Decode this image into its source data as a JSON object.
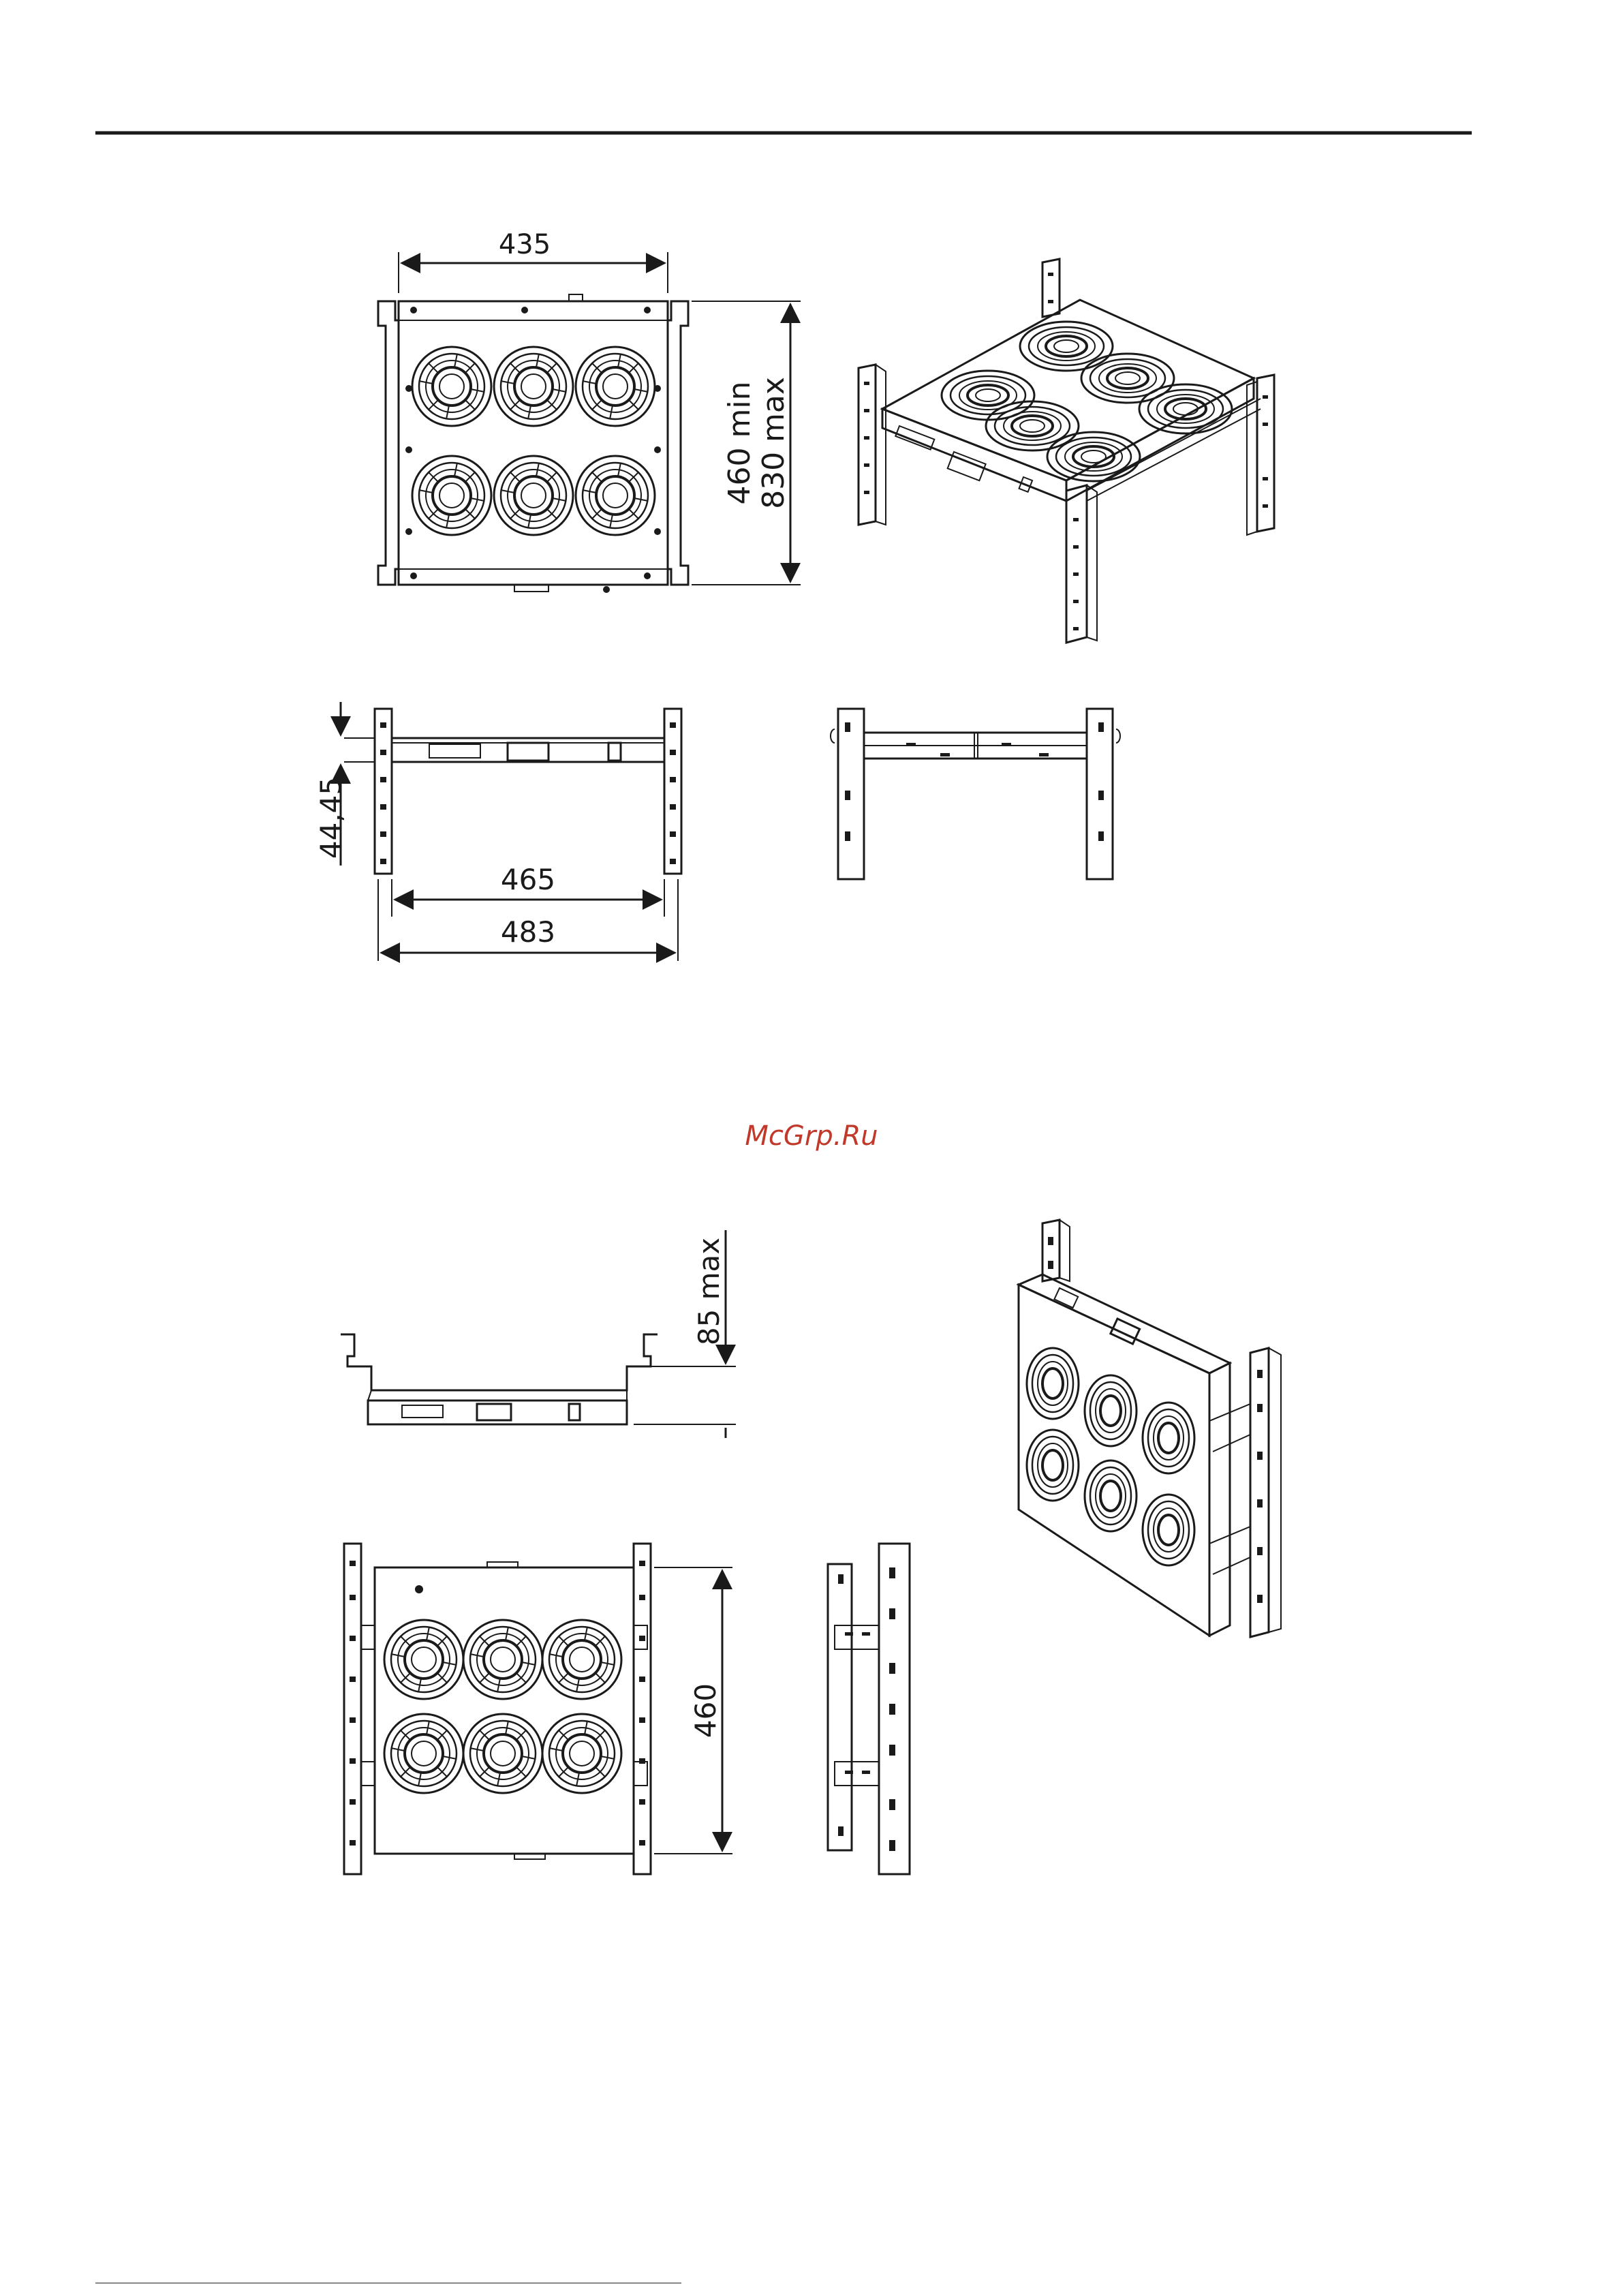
{
  "page": {
    "watermark": "McGrp.Ru",
    "accent_color": "#c0392b",
    "line_color": "#1a1a1a"
  },
  "dimensions": {
    "top_width": "435",
    "depth_min": "460 min",
    "depth_max": "830 max",
    "height_1u": "44,45",
    "inner_width": "465",
    "outer_width": "483",
    "wall_depth_max": "85 max",
    "wall_height": "460"
  },
  "views": {
    "top_view": "fan-tray-top-view",
    "iso_rack_view": "fan-tray-isometric-rack",
    "front_view": "fan-tray-front-view",
    "rear_view": "fan-tray-rear-view",
    "wall_side_view": "wall-mount-side-view",
    "wall_front_view": "wall-mount-front-view",
    "wall_profile_view": "wall-mount-profile-view",
    "wall_iso_view": "wall-mount-isometric-view"
  },
  "fan_count": 6
}
